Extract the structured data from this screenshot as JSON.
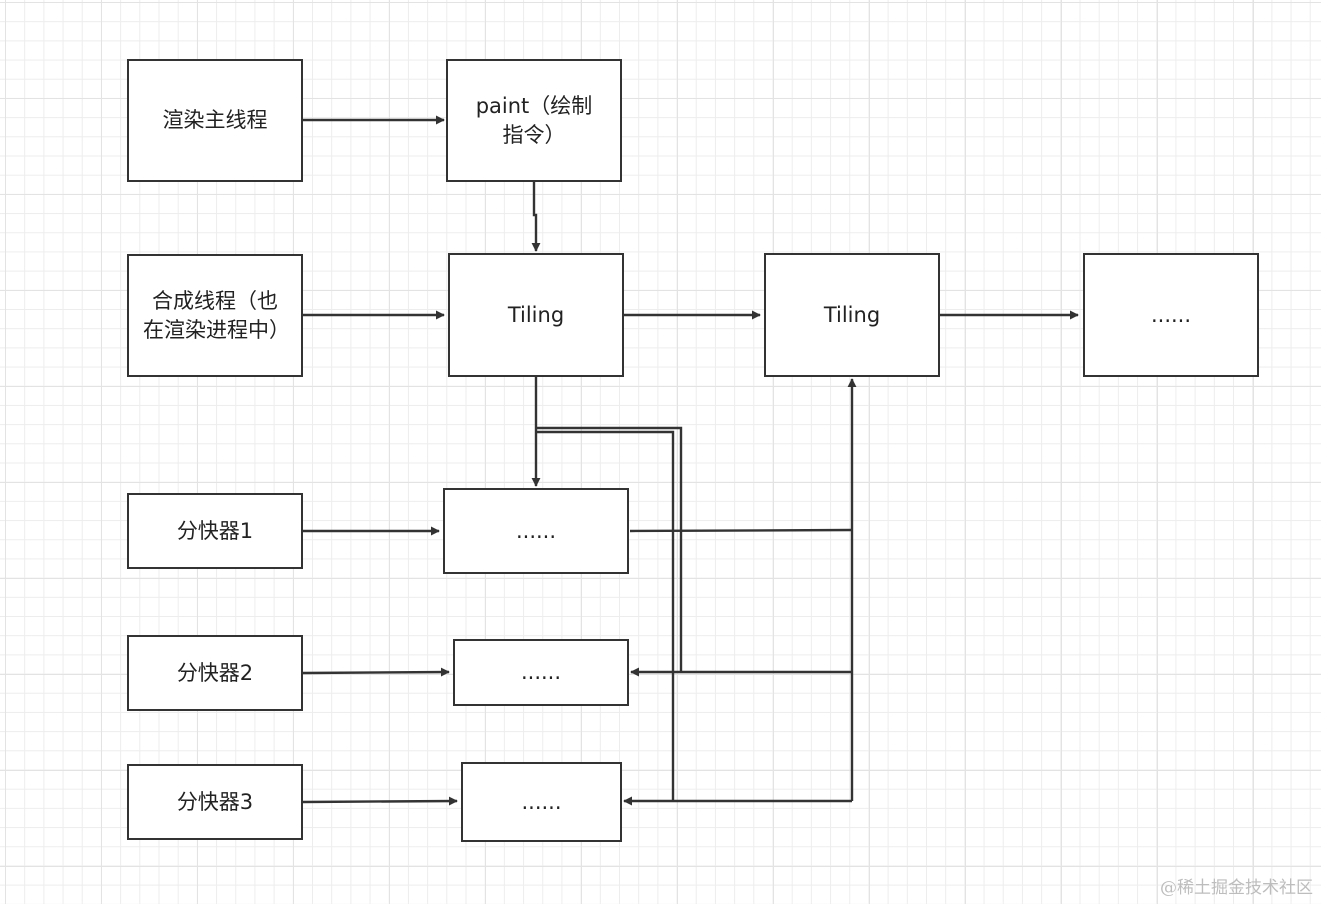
{
  "nodes": {
    "render_main_thread": "渲染主线程",
    "paint": "paint（绘制指令）",
    "compositor_thread": "合成线程（也在渲染进程中）",
    "tiling_1": "Tiling",
    "tiling_2": "Tiling",
    "ellipsis_top": "......",
    "tiler_1": "分快器1",
    "tiler_2": "分快器2",
    "tiler_3": "分快器3",
    "tile_1": "......",
    "tile_2": "......",
    "tile_3": "......"
  },
  "watermark": "@稀土掘金技术社区",
  "colors": {
    "stroke": "#333333",
    "grid": "#e3e3e3"
  }
}
